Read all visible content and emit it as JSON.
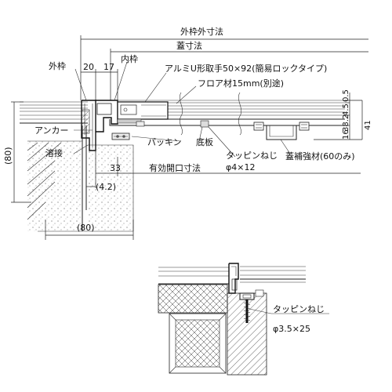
{
  "labels": {
    "outer_frame_outer_dim": "外枠外寸法",
    "lid_dim": "蓋寸法",
    "outer_frame": "外枠",
    "inner_frame": "内枠",
    "dim_20": "20",
    "dim_17": "17",
    "handle": "アルミU形取手50×92(簡易ロックタイプ)",
    "floor_material": "フロア材15mm(別途)",
    "anchor": "アンカー",
    "weld": "溶接",
    "packing": "パッキン",
    "bottom_plate": "底板",
    "tapping_screw_top": "タッピンねじ",
    "tapping_screw_top_size": "φ4×12",
    "reinforcement": "蓋補強材(60のみ)",
    "dim_33": "33",
    "effective_opening": "有効開口寸法",
    "dim_4_2": "(4.2)",
    "dim_80_left": "(80)",
    "dim_80_bottom": "(80)",
    "dim_0_5": "0.5",
    "dim_4_5": "4.5",
    "dim_38_2": "38.2",
    "dim_16": "16",
    "dim_41": "41",
    "tapping_screw_bottom": "タッピンねじ",
    "tapping_screw_bottom_size": "φ3.5×25"
  }
}
